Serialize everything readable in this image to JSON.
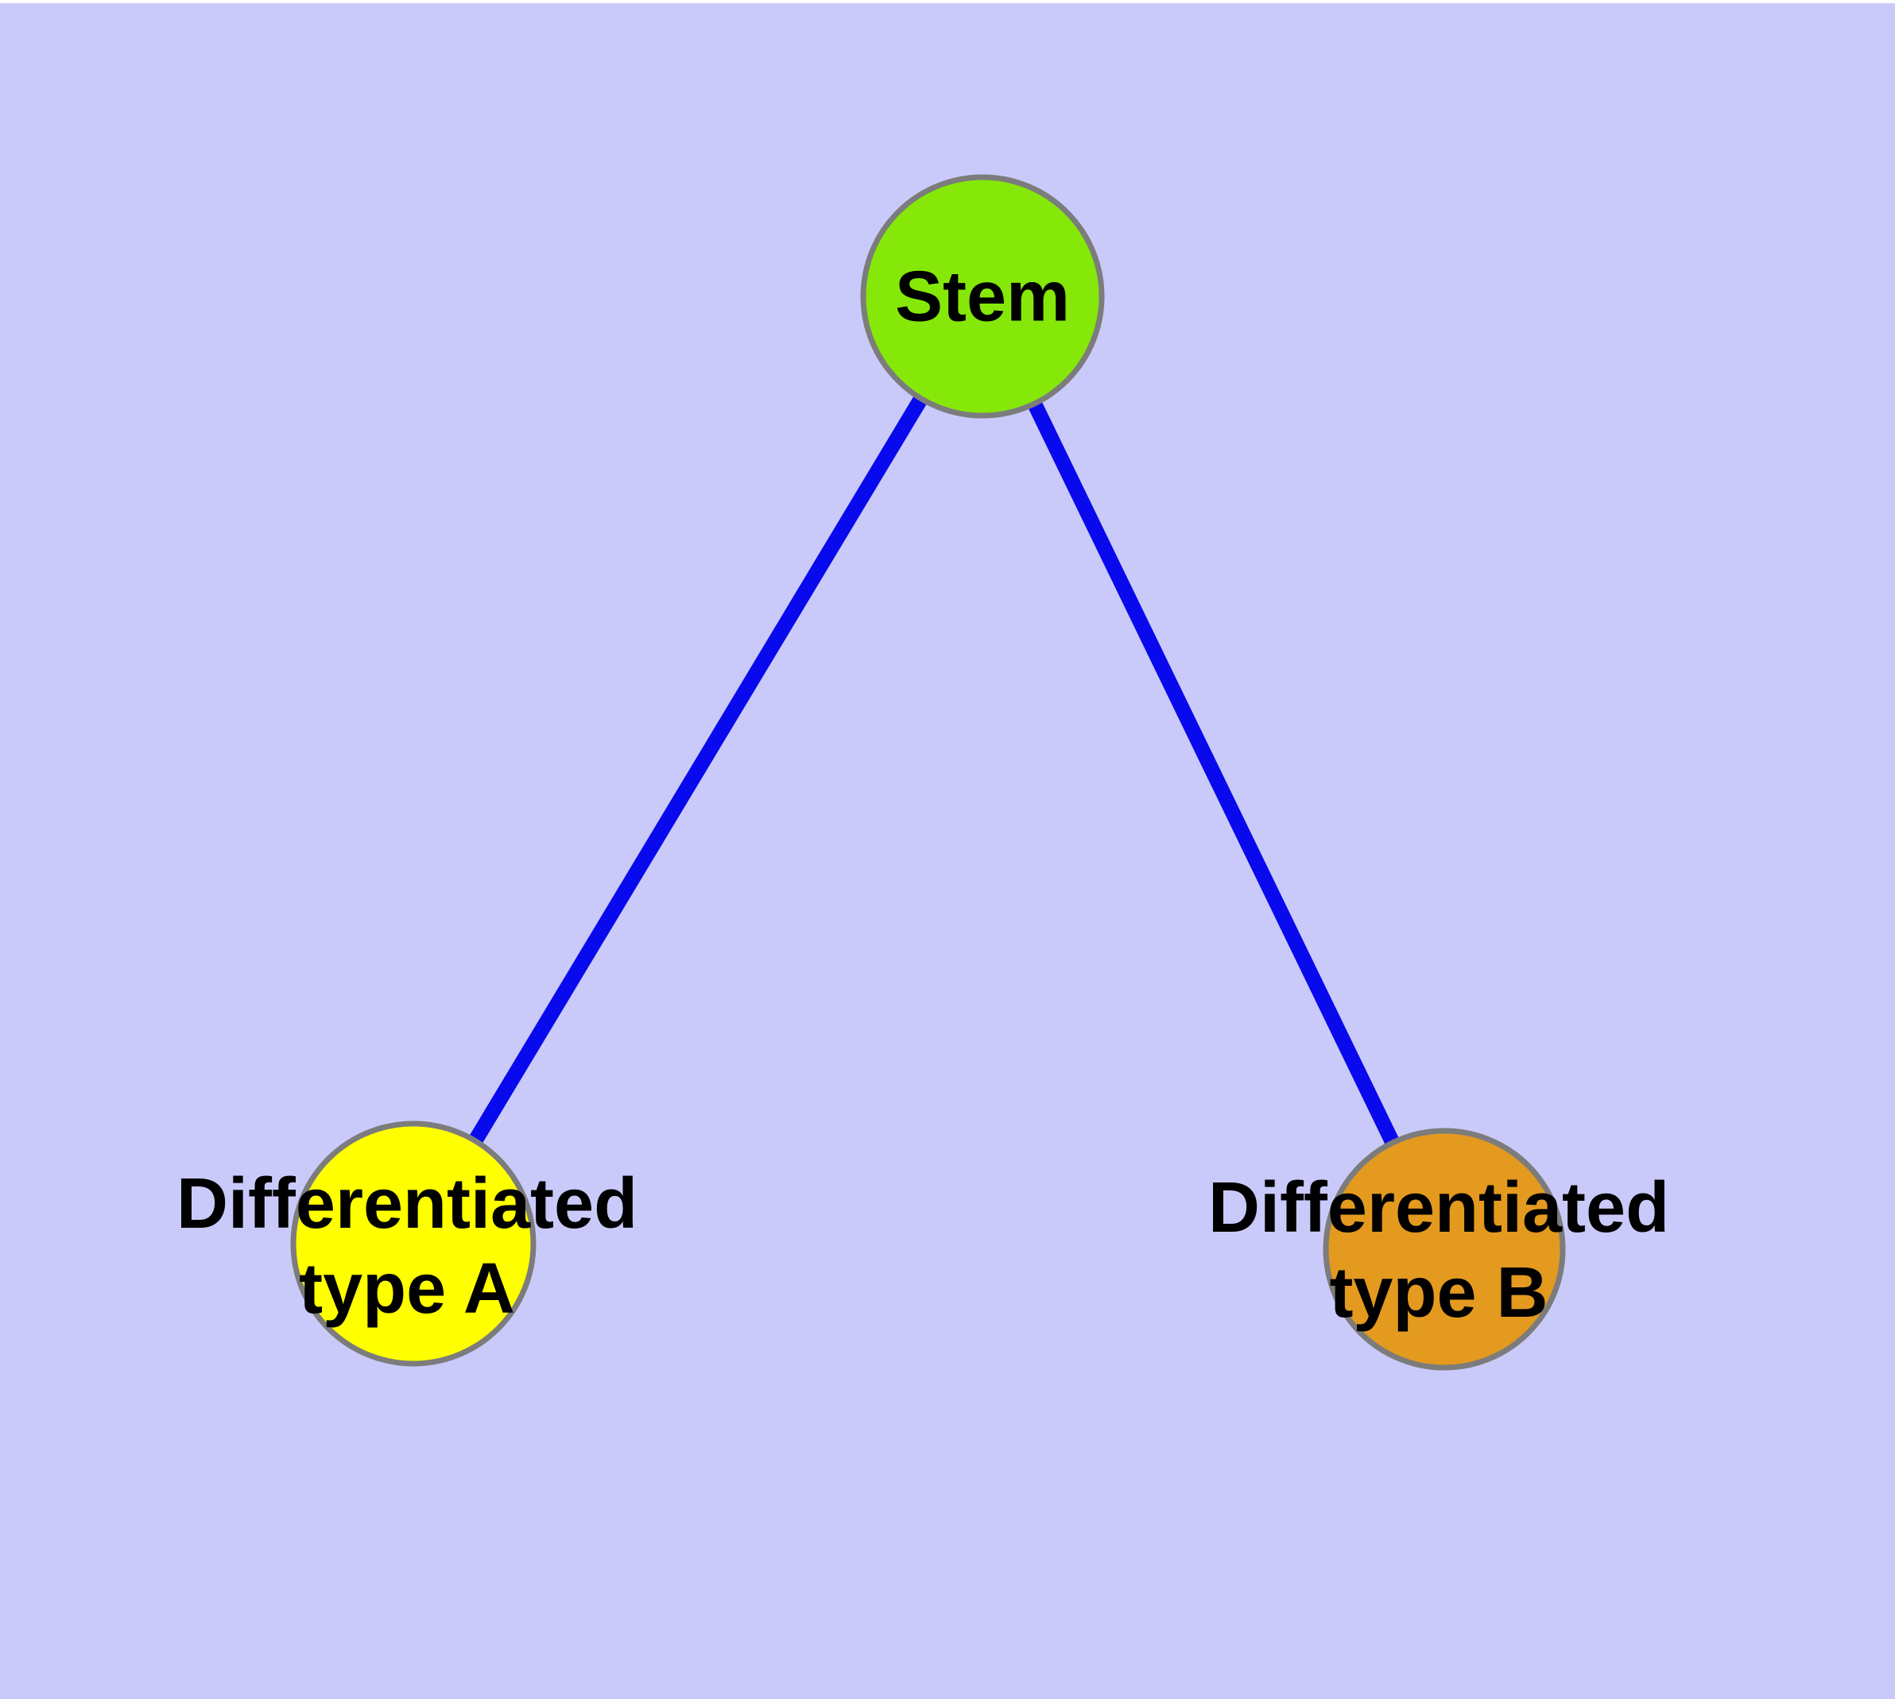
{
  "diagram": {
    "title": "",
    "type": "graph",
    "nodes": [
      {
        "id": "stem",
        "label": "Stem",
        "fill": "#85E808"
      },
      {
        "id": "typeA",
        "label": "Differentiated\ntype A",
        "fill": "#FFFF00"
      },
      {
        "id": "typeB",
        "label": "Differentiated\ntype B",
        "fill": "#E39A1E"
      }
    ],
    "edges": [
      {
        "from": "stem",
        "to": "typeA"
      },
      {
        "from": "stem",
        "to": "typeB"
      }
    ]
  },
  "colors": {
    "background": "#CACAFA",
    "page_margin": "#FFFFFF",
    "edge_stroke": "#0909EE",
    "node_border": "#7C7C7C",
    "label_text": "#000000"
  }
}
